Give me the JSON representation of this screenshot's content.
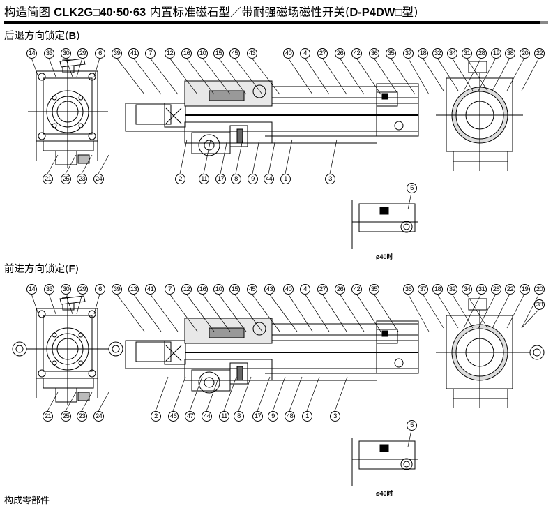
{
  "title": {
    "prefix": "构造简图",
    "model": "CLK2G□40·50·63",
    "suffix": "内置标准磁石型／带耐强磁场磁性开关(",
    "switch": "D-P4DW□",
    "end": "型)"
  },
  "section_b": {
    "heading_text": "后退方向锁定(",
    "heading_letter": "B",
    "heading_close": ")",
    "callouts_top": [
      "14",
      "33",
      "30",
      "29",
      "6",
      "39",
      "41",
      "7",
      "12",
      "16",
      "10",
      "15",
      "45",
      "43",
      "40",
      "4",
      "27",
      "26",
      "42",
      "36",
      "35",
      "37",
      "18",
      "32",
      "34",
      "31",
      "28",
      "19",
      "38",
      "20",
      "22"
    ],
    "callouts_bottom": [
      "21",
      "25",
      "23",
      "24",
      "2",
      "11",
      "17",
      "8",
      "9",
      "44",
      "1",
      "3"
    ],
    "inset_callout": "5",
    "inset_note": "ø40时"
  },
  "section_f": {
    "heading_text": "前进方向锁定(",
    "heading_letter": "F",
    "heading_close": ")",
    "callouts_top": [
      "14",
      "33",
      "30",
      "29",
      "6",
      "39",
      "13",
      "41",
      "7",
      "12",
      "16",
      "10",
      "15",
      "45",
      "43",
      "40",
      "4",
      "27",
      "26",
      "42",
      "35",
      "36",
      "37",
      "18",
      "32",
      "34",
      "31",
      "28",
      "22",
      "19",
      "20"
    ],
    "callouts_extra": [
      "38"
    ],
    "callouts_bottom": [
      "21",
      "25",
      "23",
      "24",
      "2",
      "46",
      "47",
      "44",
      "11",
      "8",
      "17",
      "9",
      "48",
      "1",
      "3"
    ],
    "inset_callout": "5",
    "inset_note": "ø40时"
  },
  "footer": {
    "parts_heading": "构成零部件"
  }
}
